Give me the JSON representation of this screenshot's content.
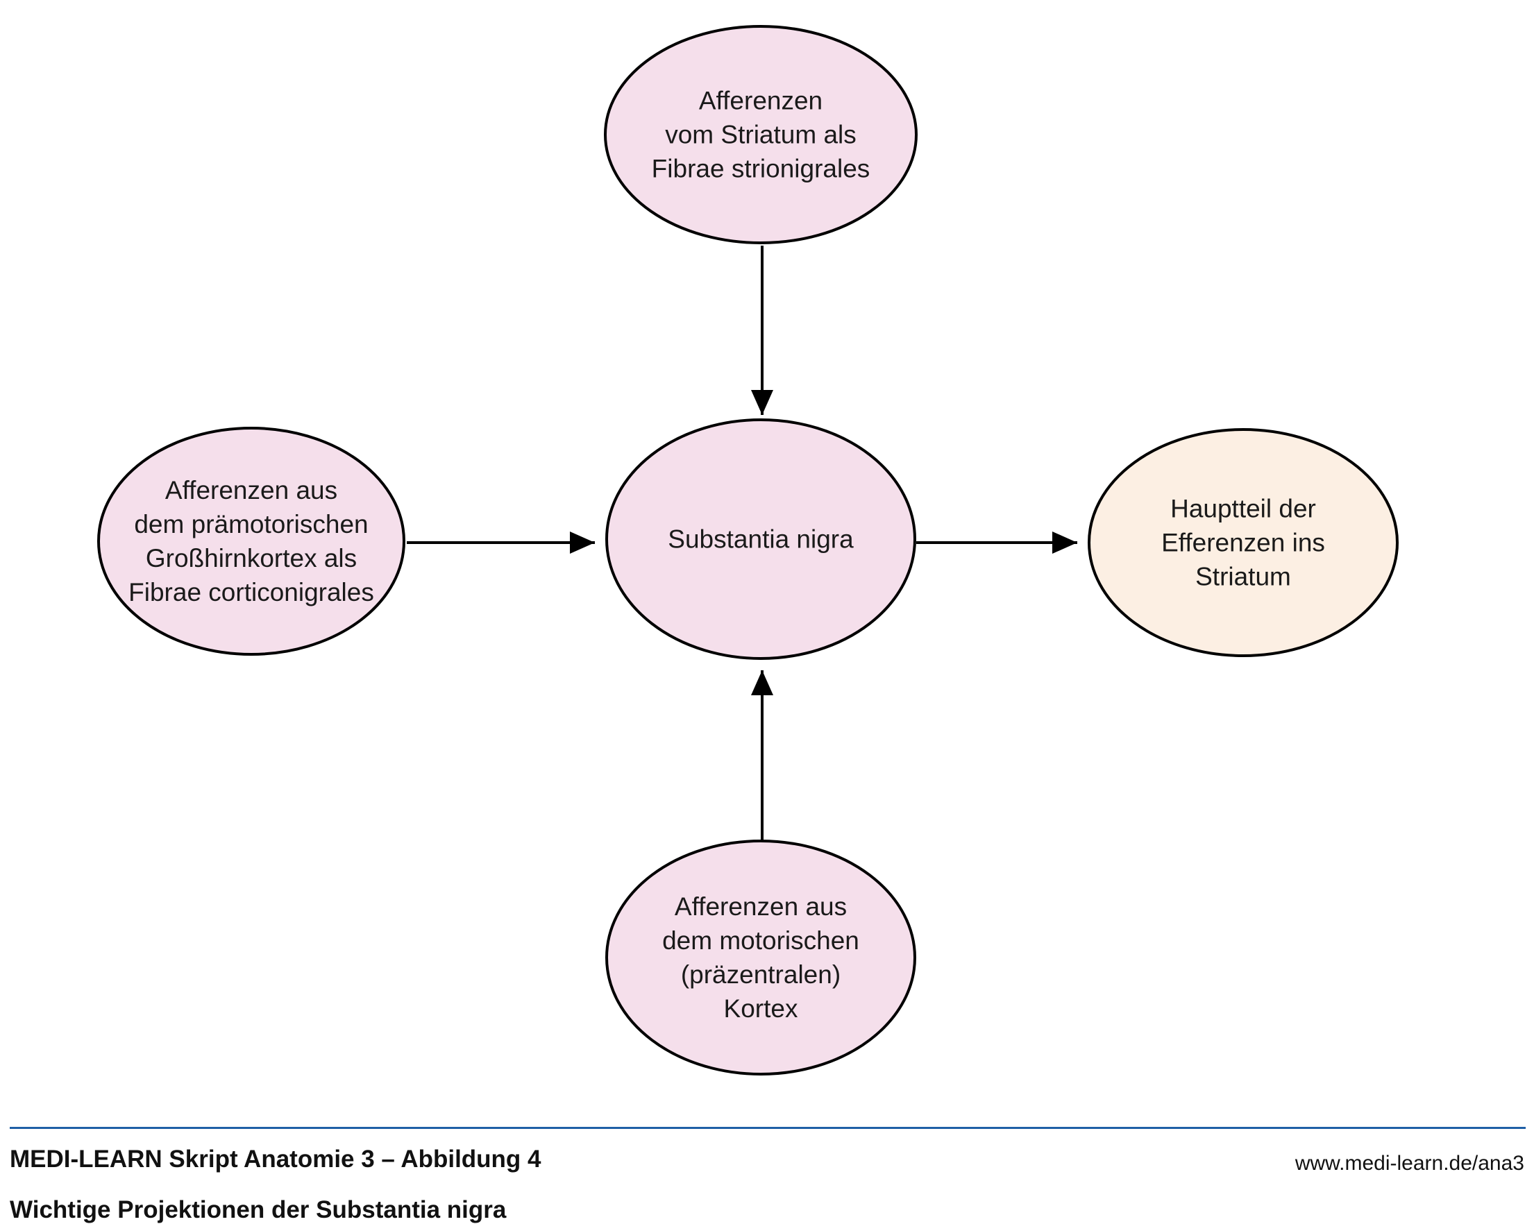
{
  "diagram": {
    "nodes": [
      {
        "id": "top",
        "lines": [
          "Afferenzen",
          "vom Striatum als",
          "Fibrae strionigrales"
        ],
        "fill": "#f5dfeb"
      },
      {
        "id": "left",
        "lines": [
          "Afferenzen aus",
          "dem prämotorischen",
          "Großhirnkortex als",
          "Fibrae corticonigrales"
        ],
        "fill": "#f5dfeb"
      },
      {
        "id": "center",
        "lines": [
          "Substantia nigra"
        ],
        "fill": "#f5dfeb"
      },
      {
        "id": "right",
        "lines": [
          "Hauptteil der",
          "Efferenzen ins",
          "Striatum"
        ],
        "fill": "#fcefe3"
      },
      {
        "id": "bottom",
        "lines": [
          "Afferenzen aus",
          "dem motorischen",
          "(präzentralen)",
          "Kortex"
        ],
        "fill": "#f5dfeb"
      }
    ],
    "edges": [
      {
        "from": "top",
        "to": "center"
      },
      {
        "from": "left",
        "to": "center"
      },
      {
        "from": "center",
        "to": "right"
      },
      {
        "from": "bottom",
        "to": "center"
      }
    ],
    "stroke_color": "#000000"
  },
  "footer": {
    "title": "MEDI-LEARN Skript Anatomie 3 – Abbildung 4",
    "subtitle": "Wichtige Projektionen der Substantia nigra",
    "url": "www.medi-learn.de/ana3",
    "rule_color": "#1f5fa6"
  }
}
